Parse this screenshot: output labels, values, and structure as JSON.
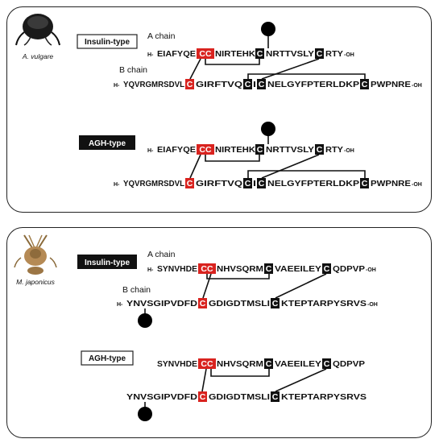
{
  "colors": {
    "cysteine_pair": "#d9231f",
    "cysteine": "#111111",
    "glycan": "#000000"
  },
  "top_panel": {
    "species": "A. vulgare",
    "insulin_label": "Insulin-type",
    "agh_label": "AGH-type",
    "a_chain_label": "A chain",
    "b_chain_label": "B chain",
    "h_prefix": "H-",
    "oh_suffix": "-OH",
    "a_seg1": "EIAFYQE",
    "a_cc": "CC",
    "a_seg2": "NIRTEHK",
    "a_c1": "C",
    "a_seg3": "NRTTVSLY",
    "a_c2": "C",
    "a_seg4": "RTY",
    "b_seg1": "YQVRGMRSDVL",
    "b_c1": "C",
    "b_seg2": "GIRFTVQ",
    "b_c2": "C",
    "b_seg3": "I",
    "b_c3": "C",
    "b_seg4": "NELGYFPTERLDKP",
    "b_c4": "C",
    "b_seg5": "PWPNRE"
  },
  "bottom_panel": {
    "species": "M. japonicus",
    "insulin_label": "Insulin-type",
    "agh_label": "AGH-type",
    "a_chain_label": "A chain",
    "b_chain_label": "B chain",
    "h_prefix": "H-",
    "oh_suffix": "-OH",
    "a_seg1": "SYNVHDE",
    "a_cc": "CC",
    "a_seg2": "NHVSQRM",
    "a_c1": "C",
    "a_seg3": "VAEEILEY",
    "a_c2": "C",
    "a_seg4": "QDPVP",
    "b_seg1": "YNVSGIPVDFD",
    "b_c1": "C",
    "b_seg2": "GDIGDTMSLI",
    "b_c2": "C",
    "b_seg3": "KTEPTARPYSRVS"
  }
}
